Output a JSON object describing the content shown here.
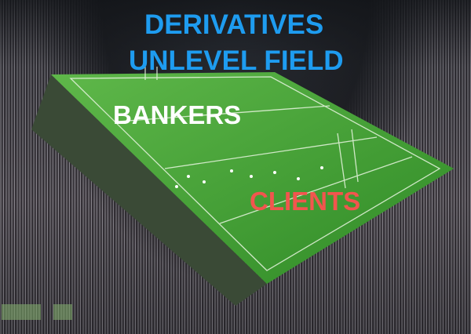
{
  "captions": {
    "line1": "DERIVATIVES",
    "line2": "UNLEVEL FIELD",
    "top_label": "BANKERS",
    "bottom_label": "CLIENTS"
  },
  "colors": {
    "title": "#1e9cf0",
    "bankers": "#ffffff",
    "clients": "#f2554e",
    "pitch": "#3f9a2e"
  }
}
